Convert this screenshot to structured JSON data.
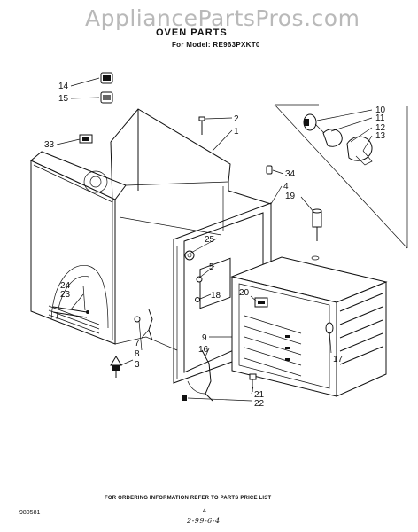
{
  "watermark": "AppliancePartsPros.com",
  "header": {
    "title": "OVEN PARTS",
    "model_line": "For Model: RE963PXKT0"
  },
  "footer": {
    "note": "FOR ORDERING INFORMATION REFER TO PARTS PRICE LIST",
    "doc_id": "980581",
    "page": "4",
    "handwritten": "2-99-6-4"
  },
  "callouts": [
    {
      "id": "c1",
      "label": "1"
    },
    {
      "id": "c2",
      "label": "2"
    },
    {
      "id": "c3",
      "label": "3"
    },
    {
      "id": "c4",
      "label": "4"
    },
    {
      "id": "c5",
      "label": "5"
    },
    {
      "id": "c7",
      "label": "7"
    },
    {
      "id": "c8",
      "label": "8"
    },
    {
      "id": "c9",
      "label": "9"
    },
    {
      "id": "c10",
      "label": "10"
    },
    {
      "id": "c11",
      "label": "11"
    },
    {
      "id": "c12",
      "label": "12"
    },
    {
      "id": "c13",
      "label": "13"
    },
    {
      "id": "c14",
      "label": "14"
    },
    {
      "id": "c15",
      "label": "15"
    },
    {
      "id": "c16",
      "label": "16"
    },
    {
      "id": "c17",
      "label": "17"
    },
    {
      "id": "c18",
      "label": "18"
    },
    {
      "id": "c19",
      "label": "19"
    },
    {
      "id": "c20",
      "label": "20"
    },
    {
      "id": "c21",
      "label": "21"
    },
    {
      "id": "c22",
      "label": "22"
    },
    {
      "id": "c23",
      "label": "23"
    },
    {
      "id": "c24",
      "label": "24"
    },
    {
      "id": "c25",
      "label": "25"
    },
    {
      "id": "c33",
      "label": "33"
    },
    {
      "id": "c34",
      "label": "34"
    }
  ]
}
